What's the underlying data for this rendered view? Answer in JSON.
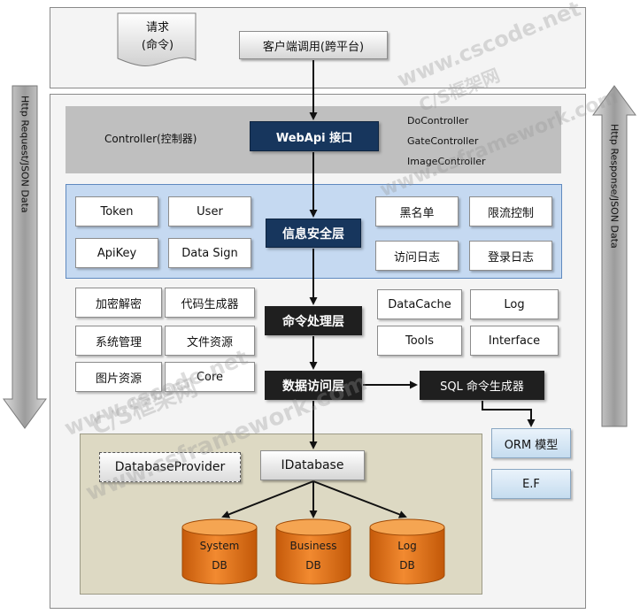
{
  "request": {
    "line1": "请求",
    "line2": "(命令)"
  },
  "client_label": "客户端调用(跨平台)",
  "controller": {
    "label": "Controller(控制器)",
    "webapi_label": "WebApi 接口",
    "list": [
      "DoController",
      "GateController",
      "ImageController"
    ]
  },
  "security": {
    "label": "信息安全层",
    "left_items": [
      "Token",
      "User",
      "ApiKey",
      "Data Sign"
    ],
    "right_items": [
      "黑名单",
      "限流控制",
      "访问日志",
      "登录日志"
    ]
  },
  "command": {
    "label": "命令处理层",
    "left_items": [
      "加密解密",
      "代码生成器",
      "系统管理",
      "文件资源",
      "图片资源",
      "Core"
    ],
    "right_items": [
      "DataCache",
      "Log",
      "Tools",
      "Interface"
    ]
  },
  "data_access": {
    "label": "数据访问层",
    "sql_label": "SQL 命令生成器",
    "orm_label": "ORM 模型",
    "ef_label": "E.F"
  },
  "database": {
    "provider_label": "DatabaseProvider",
    "idatabase_label": "IDatabase",
    "dbs": [
      {
        "line1": "System",
        "line2": "DB"
      },
      {
        "line1": "Business",
        "line2": "DB"
      },
      {
        "line1": "Log",
        "line2": "DB"
      }
    ]
  },
  "side_labels": {
    "request": "Http Request/JSON Data",
    "response": "Http Response/JSON Data"
  },
  "watermarks": [
    "www.cscode.net",
    "C/S框架网",
    "www.csframework.com"
  ],
  "colors": {
    "navy": "#17365d",
    "dark": "#1f1f1f",
    "db_orange": "#e36c0a",
    "security_bg": "#c5d9f1",
    "db_panel": "#ddd9c3"
  }
}
